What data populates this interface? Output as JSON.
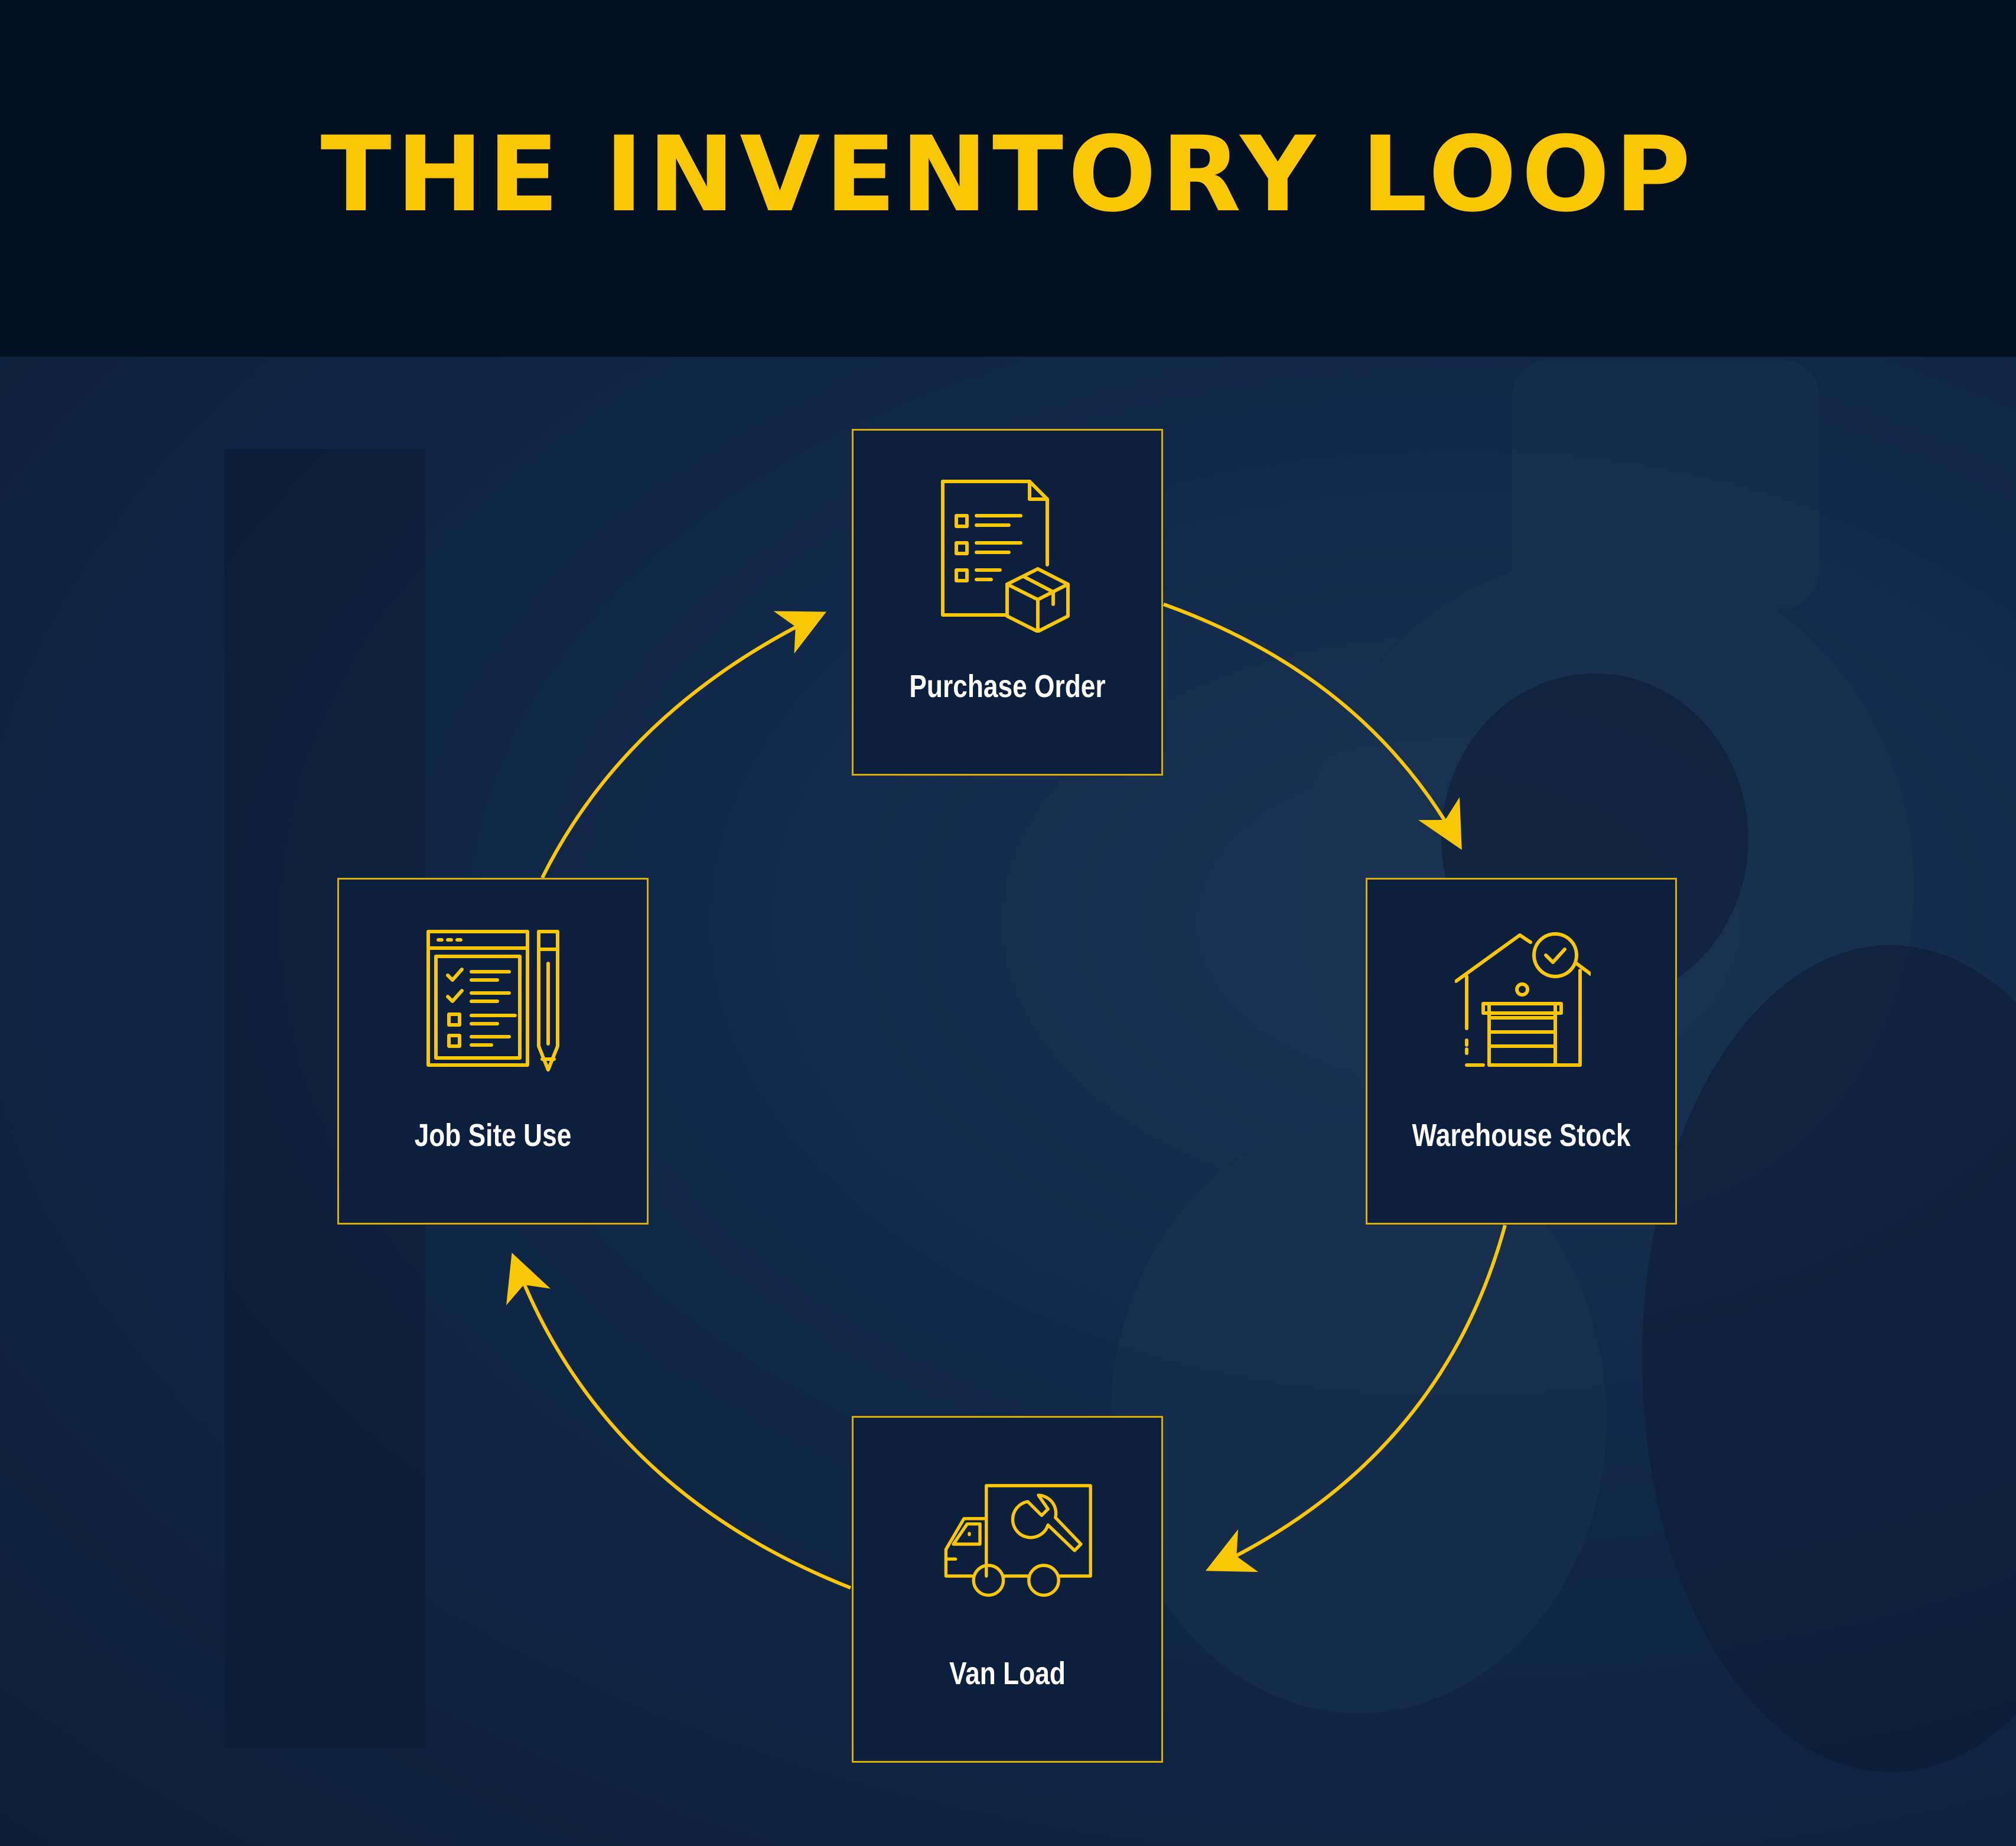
{
  "title": "THE INVENTORY LOOP",
  "colors": {
    "accent": "#f9c706",
    "header_bg": "#021022",
    "stage_bg": "#0f2340",
    "node_bg": "#0c1f3d",
    "label": "#ffffff"
  },
  "nodes": [
    {
      "label": "Purchase Order",
      "icon": "purchase-order-icon"
    },
    {
      "label": "Warehouse Stock",
      "icon": "warehouse-icon"
    },
    {
      "label": "Van Load",
      "icon": "service-van-icon"
    },
    {
      "label": "Job Site Use",
      "icon": "checklist-pencil-icon"
    }
  ],
  "arrows": [
    {
      "from": "Purchase Order",
      "to": "Warehouse Stock"
    },
    {
      "from": "Warehouse Stock",
      "to": "Van Load"
    },
    {
      "from": "Van Load",
      "to": "Job Site Use"
    },
    {
      "from": "Job Site Use",
      "to": "Purchase Order"
    }
  ]
}
